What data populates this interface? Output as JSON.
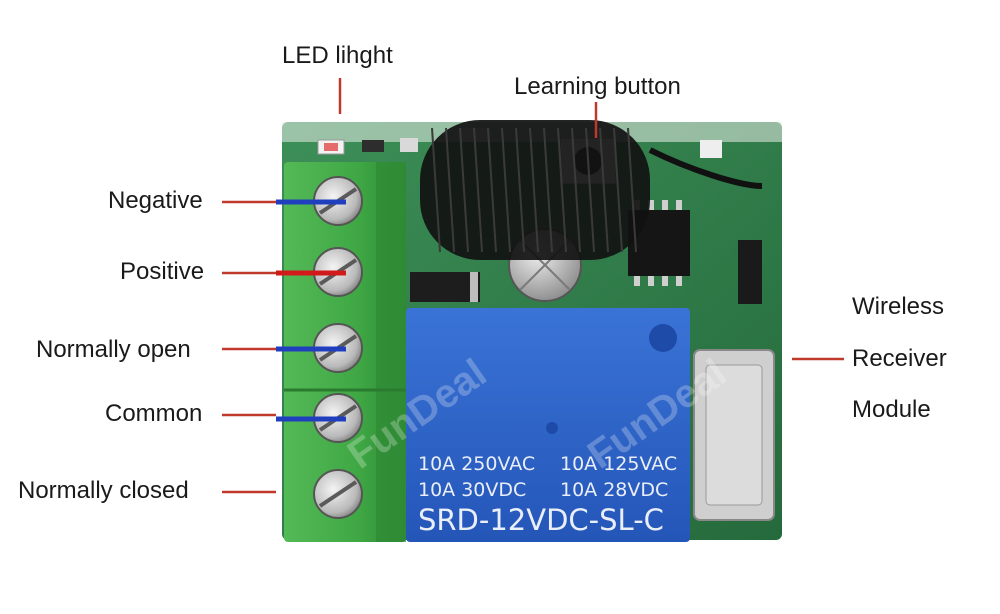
{
  "labels": {
    "led": "LED lihght",
    "learning": "Learning button",
    "negative": "Negative",
    "positive": "Positive",
    "normally_open": "Normally open",
    "common": "Common",
    "normally_closed": "Normally closed",
    "wireless": "Wireless",
    "receiver": "Receiver",
    "module": "Module"
  },
  "relay": {
    "line1a": "10A 250VAC",
    "line1b": "10A 125VAC",
    "line2a": "10A  30VDC",
    "line2b": "10A  28VDC",
    "model": "SRD-12VDC-SL-C"
  },
  "watermark": "FunDeal",
  "colors": {
    "pointer": "#c0392b",
    "wire_blue": "#1f3fbf",
    "wire_red": "#d11a1a",
    "terminal_green": "#3fa844",
    "pcb_green": "#2f7d4a",
    "relay_blue": "#2b62c7",
    "antenna": "#111111"
  }
}
